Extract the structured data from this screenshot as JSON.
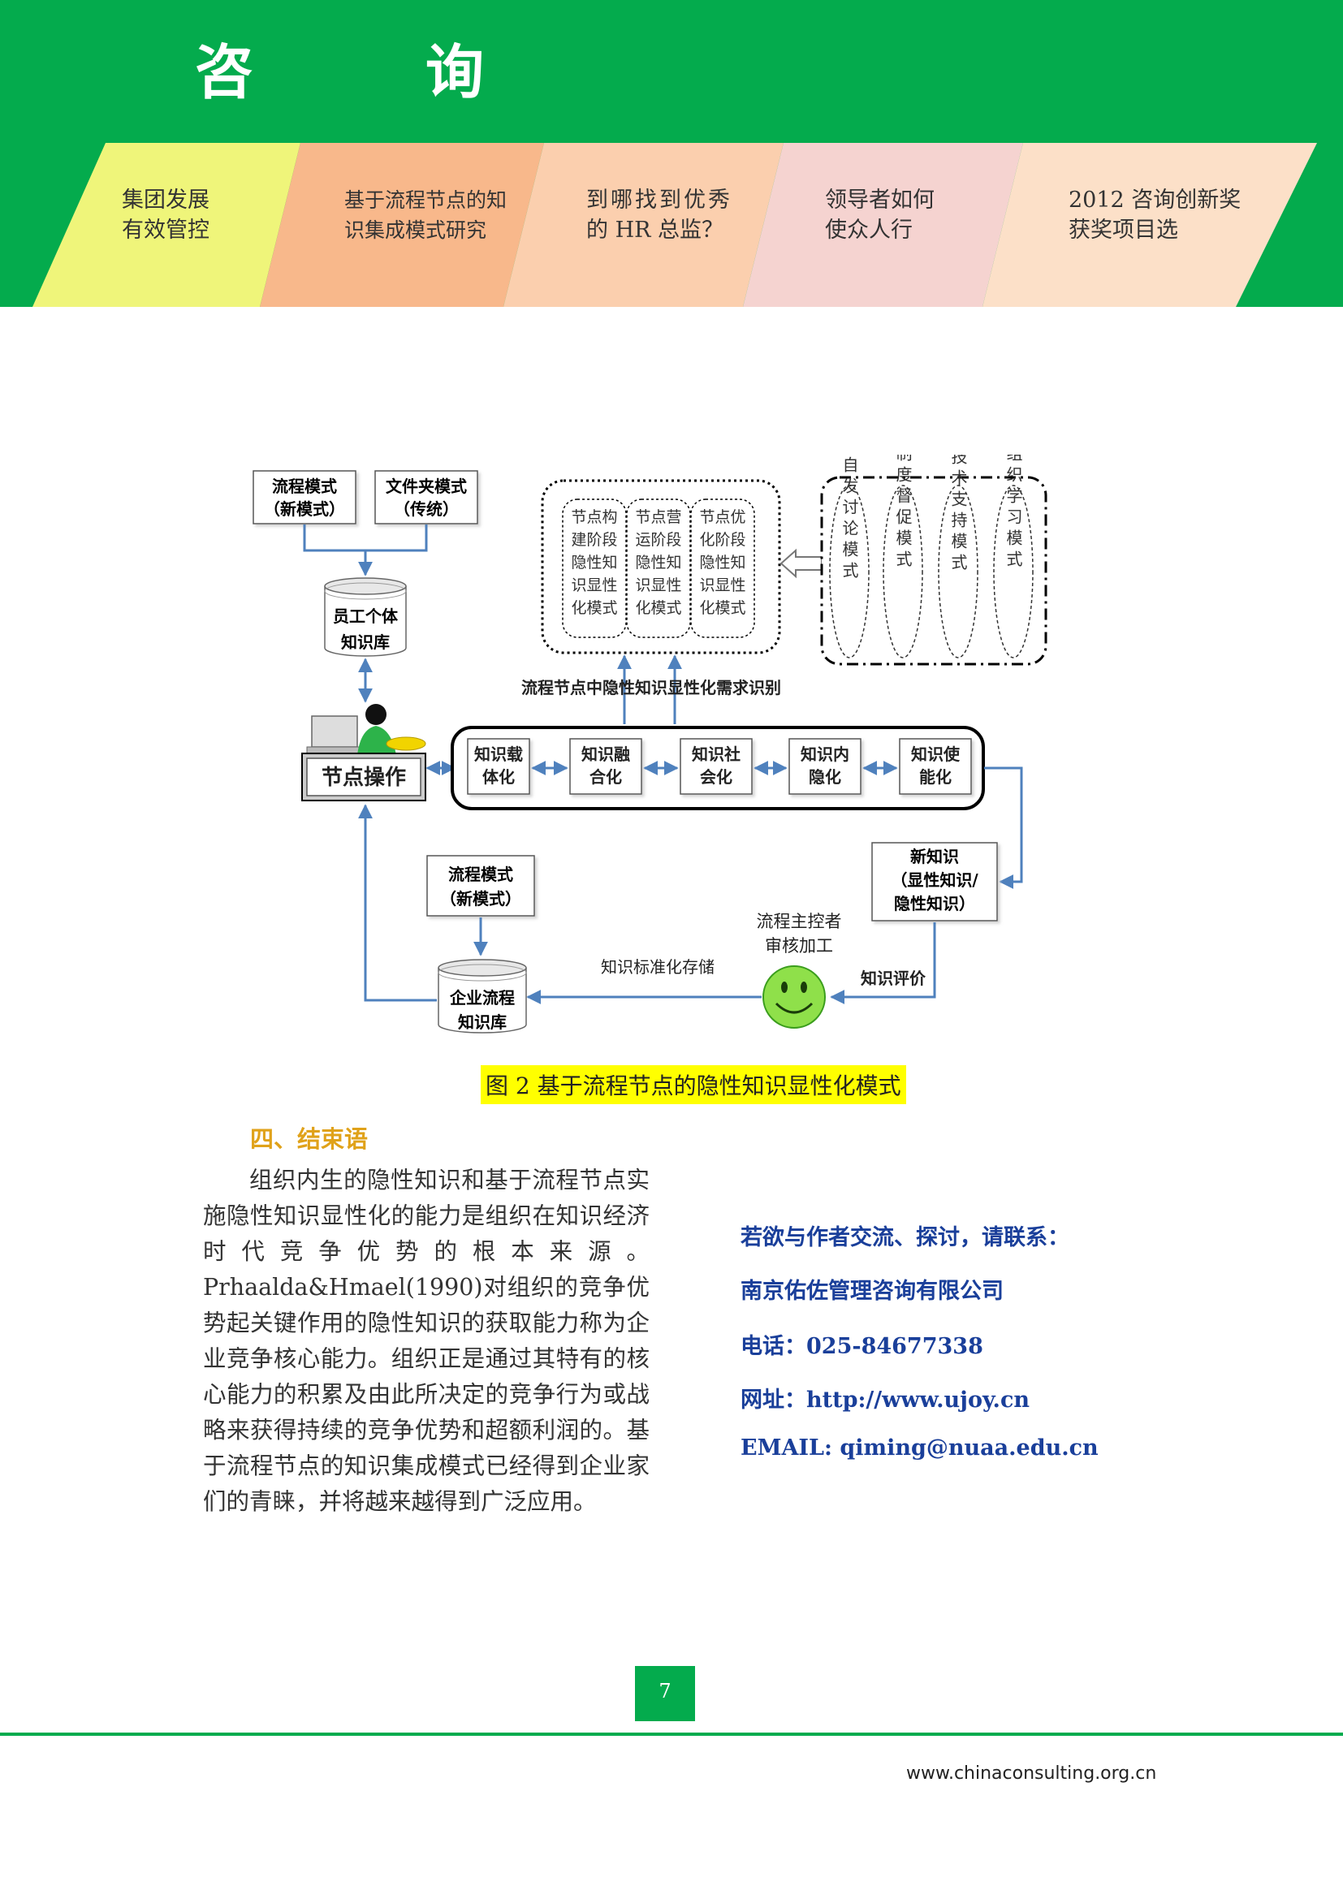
{
  "header": {
    "title": "咨　询",
    "tabs": [
      {
        "line1": "集团发展",
        "line2": "有效管控",
        "color": "#eff57a"
      },
      {
        "line1": "基于流程节点的知",
        "line2": "识集成模式研究",
        "color": "#f8b88b"
      },
      {
        "line1": "到哪找到优秀",
        "line2": "的 HR 总监？",
        "color": "#fbcfae"
      },
      {
        "line1": "领导者如何",
        "line2": "使众人行",
        "color": "#f5d3d0"
      },
      {
        "line1": "2012 咨询创新奖",
        "line2": "获奖项目选",
        "color": "#fce0c8"
      }
    ]
  },
  "diagram": {
    "top_left_boxes": [
      {
        "line1": "流程模式",
        "line2": "（新模式）"
      },
      {
        "line1": "文件夹模式",
        "line2": "（传统）"
      }
    ],
    "employee_db": {
      "line1": "员工个体",
      "line2": "知识库"
    },
    "dashed_stages": [
      [
        "节点构",
        "建阶段",
        "隐性知",
        "识显性",
        "化模式"
      ],
      [
        "节点营",
        "运阶段",
        "隐性知",
        "识显性",
        "化模式"
      ],
      [
        "节点优",
        "化阶段",
        "隐性知",
        "识显性",
        "化模式"
      ]
    ],
    "learning_modes": [
      "自发讨论模式",
      "制度督促模式",
      "信息技术支持模式",
      "组织学习模式"
    ],
    "requirement_label": "流程节点中隐性知识显性化需求识别",
    "node_operation": "节点操作",
    "process_steps": [
      {
        "line1": "知识载",
        "line2": "体化"
      },
      {
        "line1": "知识融",
        "line2": "合化"
      },
      {
        "line1": "知识社",
        "line2": "会化"
      },
      {
        "line1": "知识内",
        "line2": "隐化"
      },
      {
        "line1": "知识使",
        "line2": "能化"
      }
    ],
    "new_knowledge": {
      "line1": "新知识",
      "line2": "（显性知识/",
      "line3": "隐性知识）"
    },
    "bottom_mode_box": {
      "line1": "流程模式",
      "line2": "（新模式）"
    },
    "owner_label": {
      "line1": "流程主控者",
      "line2": "审核加工"
    },
    "evaluation_label": "知识评价",
    "storage_label": "知识标准化存储",
    "enterprise_db": {
      "line1": "企业流程",
      "line2": "知识库"
    }
  },
  "figure_caption": "图 2 基于流程节点的隐性知识显性化模式",
  "section_heading": "四、结束语",
  "body_text": "组织内生的隐性知识和基于流程节点实施隐性知识显性化的能力是组织在知识经济时代竞争优势的根本来源。Prhaalda&Hmael(1990)对组织的竞争优势起关键作用的隐性知识的获取能力称为企业竞争核心能力。组织正是通过其特有的核心能力的积累及由此所决定的竞争行为或战略来获得持续的竞争优势和超额利润的。基于流程节点的知识集成模式已经得到企业家们的青睐，并将越来越得到广泛应用。",
  "contact": {
    "intro": "若欲与作者交流、探讨，请联系：",
    "company": "南京佑佐管理咨询有限公司",
    "phone": "电话：025-84677338",
    "website": "网址：http://www.ujoy.cn",
    "email": "EMAIL: qiming@nuaa.edu.cn"
  },
  "page_number": "7",
  "footer_url": "www.chinaconsulting.org.cn",
  "colors": {
    "brand_green": "#04ab4d",
    "accent_blue": "#4f81bd",
    "heading_gold": "#e0a21a"
  }
}
